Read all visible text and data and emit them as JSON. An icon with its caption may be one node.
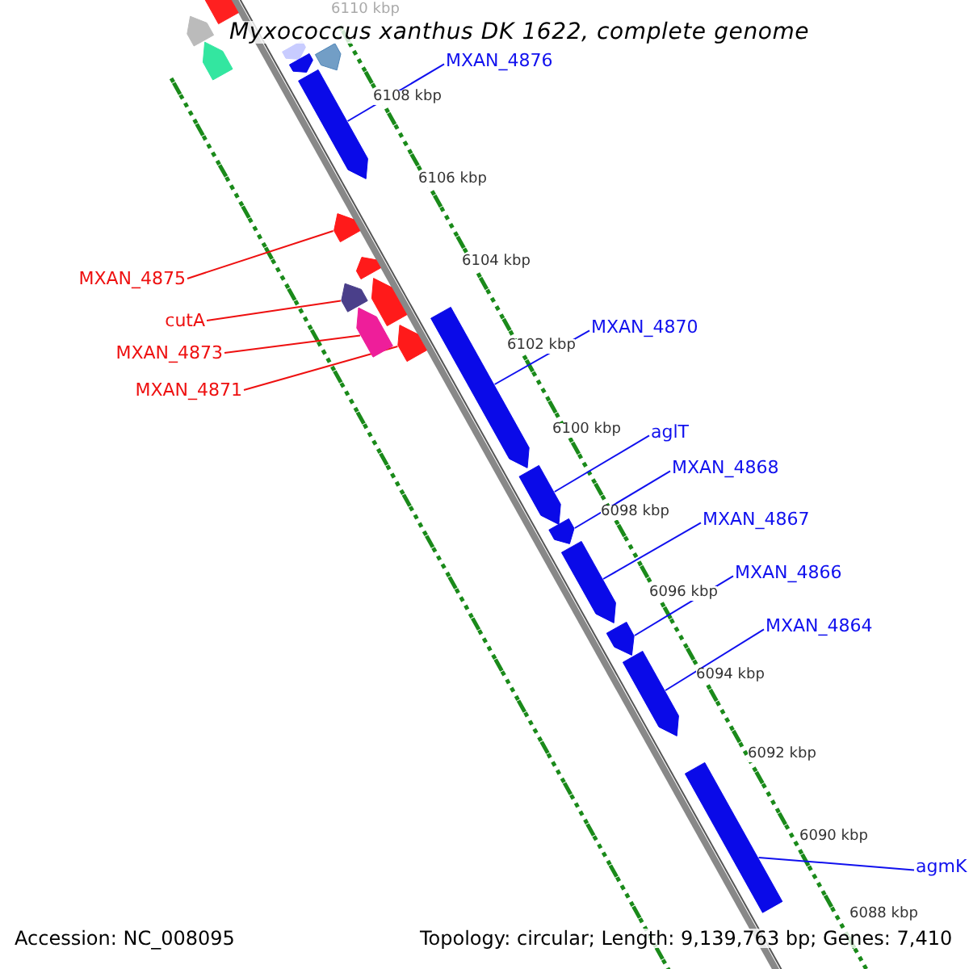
{
  "diagram": {
    "title": "Myxococcus xanthus DK 1622, complete genome",
    "nodes": [
      {
        "text": [
          "MXAN_4876"
        ]
      },
      {
        "text": [
          "MXAN_4875"
        ]
      },
      {
        "text": [
          "cutA"
        ]
      },
      {
        "text": [
          "MXAN_4873"
        ]
      },
      {
        "text": [
          "MXAN_4871"
        ]
      },
      {
        "text": [
          "MXAN_4870"
        ]
      },
      {
        "text": [
          "aglT"
        ]
      },
      {
        "text": [
          "MXAN_4868"
        ]
      },
      {
        "text": [
          "MXAN_4867"
        ]
      },
      {
        "text": [
          "MXAN_4866"
        ]
      },
      {
        "text": [
          "MXAN_4864"
        ]
      },
      {
        "text": [
          "agmK"
        ]
      },
      {
        "text": [],
        "shape": "arrow"
      },
      {
        "text": [],
        "shape": "arrow"
      },
      {
        "text": [],
        "shape": "arrow"
      },
      {
        "text": [],
        "shape": "arrow"
      },
      {
        "text": [],
        "shape": "arrow"
      },
      {
        "text": [],
        "shape": "arrow"
      },
      {
        "text": [],
        "shape": "arrow"
      },
      {
        "text": [],
        "shape": "arrow"
      },
      {
        "text": [],
        "shape": "arrow"
      },
      {
        "text": [],
        "shape": "arrow"
      },
      {
        "text": [],
        "shape": "arrow"
      },
      {
        "text": [],
        "shape": "arrow"
      },
      {
        "text": [],
        "shape": "arrow"
      },
      {
        "text": [],
        "shape": "arrow"
      },
      {
        "text": [],
        "shape": "arrow"
      },
      {
        "text": [],
        "shape": "arrow"
      },
      {
        "text": [],
        "shape": "arrow"
      },
      {
        "text": [],
        "shape": "arrow"
      },
      {
        "text": [],
        "shape": "arrow"
      },
      {
        "text": [],
        "shape": "arrow"
      }
    ],
    "edges": [
      {
        "from": 0,
        "to": 18,
        "arrow": "none"
      },
      {
        "from": 1,
        "to": 19,
        "arrow": "none",
        "color": "#ee1010"
      },
      {
        "from": 2,
        "to": 21,
        "arrow": "none",
        "color": "#ee1010"
      },
      {
        "from": 3,
        "to": 23,
        "arrow": "none",
        "color": "#ee1010"
      },
      {
        "from": 4,
        "to": 24,
        "arrow": "none",
        "color": "#ee1010"
      },
      {
        "from": 5,
        "to": 25,
        "arrow": "none"
      },
      {
        "from": 6,
        "to": 26,
        "arrow": "none"
      },
      {
        "from": 7,
        "to": 27,
        "arrow": "none"
      },
      {
        "from": 8,
        "to": 28,
        "arrow": "none"
      },
      {
        "from": 9,
        "to": 29,
        "arrow": "none"
      },
      {
        "from": 10,
        "to": 30,
        "arrow": "none"
      },
      {
        "from": 11,
        "to": 31,
        "arrow": "none"
      }
    ],
    "labels": [
      "6110 kbp",
      "6108 kbp",
      "6106 kbp",
      "6104 kbp",
      "6102 kbp",
      "6100 kbp",
      "6098 kbp",
      "6096 kbp",
      "6094 kbp",
      "6092 kbp",
      "6090 kbp",
      "6088 kbp",
      "Accession: NC_008095",
      "Topology: circular; Length: 9,139,763 bp; Genes: 7,410"
    ]
  }
}
